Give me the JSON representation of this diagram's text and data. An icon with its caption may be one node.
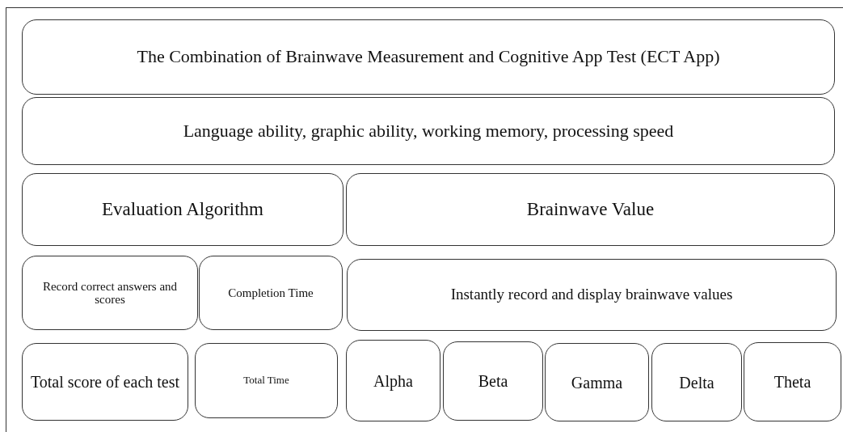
{
  "diagram": {
    "nodes": [
      {
        "text": [
          "The Combination of Brainwave Measurement and Cognitive App Test (ECT App)"
        ]
      },
      {
        "text": [
          "Language ability, graphic ability, working memory, processing speed"
        ]
      },
      {
        "text": [
          "Evaluation Algorithm"
        ]
      },
      {
        "text": [
          "Brainwave Value"
        ]
      },
      {
        "text": [
          "Record correct answers and scores"
        ]
      },
      {
        "text": [
          "Completion Time"
        ]
      },
      {
        "text": [
          "Instantly record and display brainwave values"
        ]
      },
      {
        "text": [
          "Total score of each test"
        ]
      },
      {
        "text": [
          "Total Time"
        ]
      },
      {
        "text": [
          "Alpha"
        ]
      },
      {
        "text": [
          "Beta"
        ]
      },
      {
        "text": [
          "Gamma"
        ]
      },
      {
        "text": [
          "Delta"
        ]
      },
      {
        "text": [
          "Theta"
        ]
      }
    ]
  }
}
